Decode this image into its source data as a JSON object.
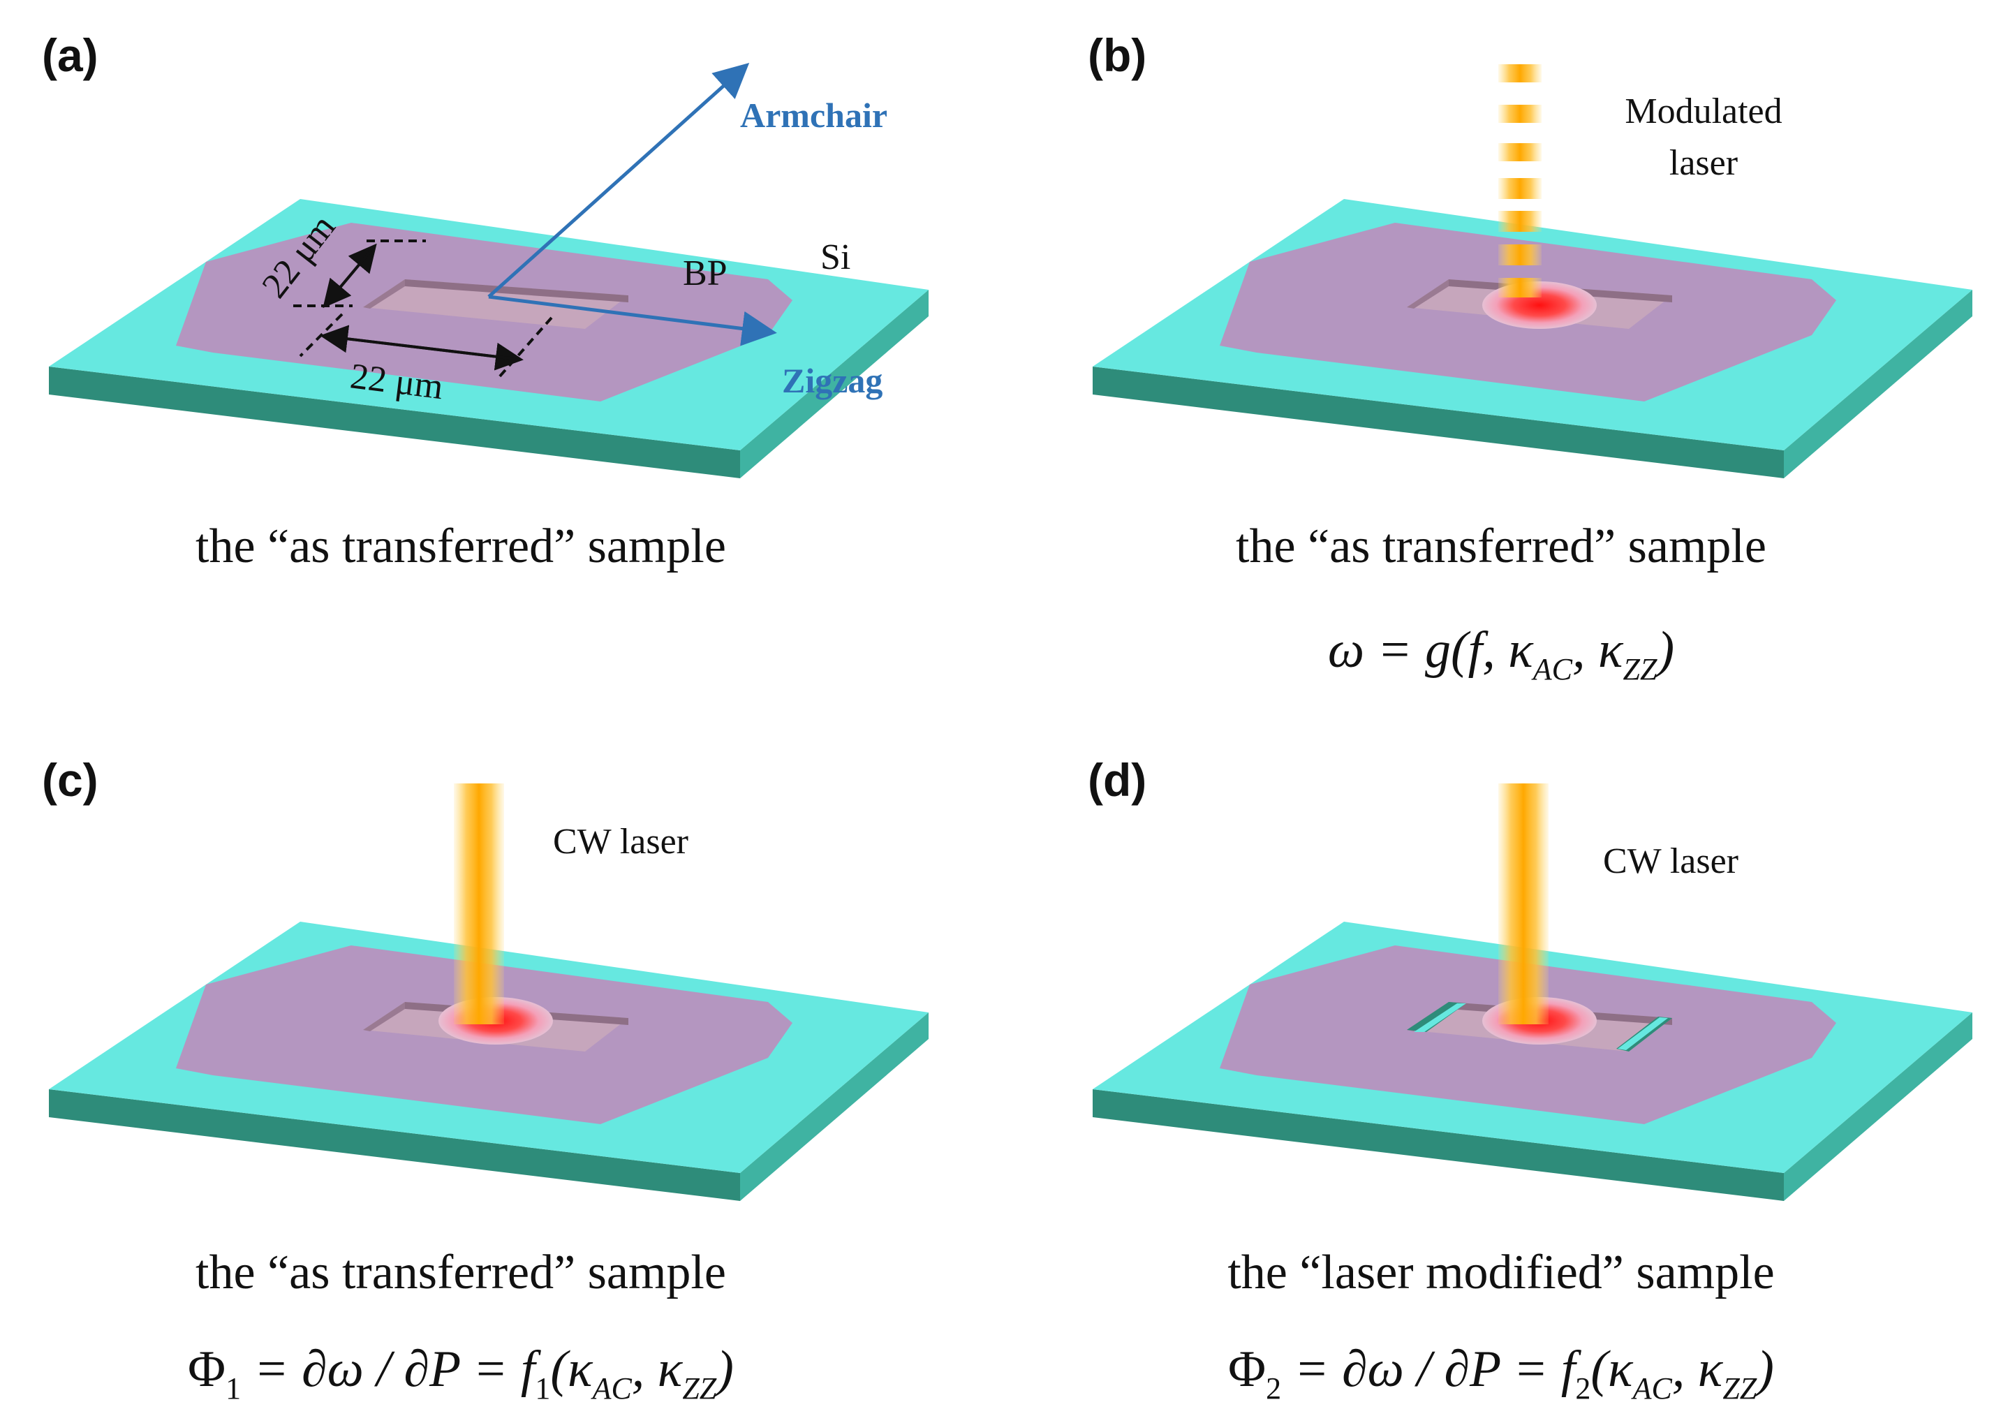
{
  "panels": {
    "a": {
      "letter": "(a)",
      "axis_armchair": "Armchair",
      "axis_zigzag": "Zigzag",
      "label_si": "Si",
      "label_bp": "BP",
      "dim_vertical": "22 μm",
      "dim_horizontal": "22 μm",
      "caption": "the “as transferred” sample"
    },
    "b": {
      "letter": "(b)",
      "laser_line1": "Modulated",
      "laser_line2": "laser",
      "caption": "the “as transferred” sample",
      "equation": "ω = g(f, κAC, κZZ)"
    },
    "c": {
      "letter": "(c)",
      "laser": "CW laser",
      "caption": "the “as transferred” sample",
      "equation": "Φ1 = ∂ω / ∂P = f1(κAC, κZZ)"
    },
    "d": {
      "letter": "(d)",
      "laser": "CW laser",
      "caption": "the “laser modified” sample",
      "equation": "Φ2 = ∂ω / ∂P = f2(κAC, κZZ)"
    }
  },
  "colors": {
    "substrate_top": "#66e8e0",
    "substrate_side": "#2e8c7a",
    "flake": "#b496c0",
    "well": "#c8a8bc",
    "laser": "#ffb21a",
    "spot": "#ff2a2a",
    "axis_blue": "#2f72b6"
  }
}
